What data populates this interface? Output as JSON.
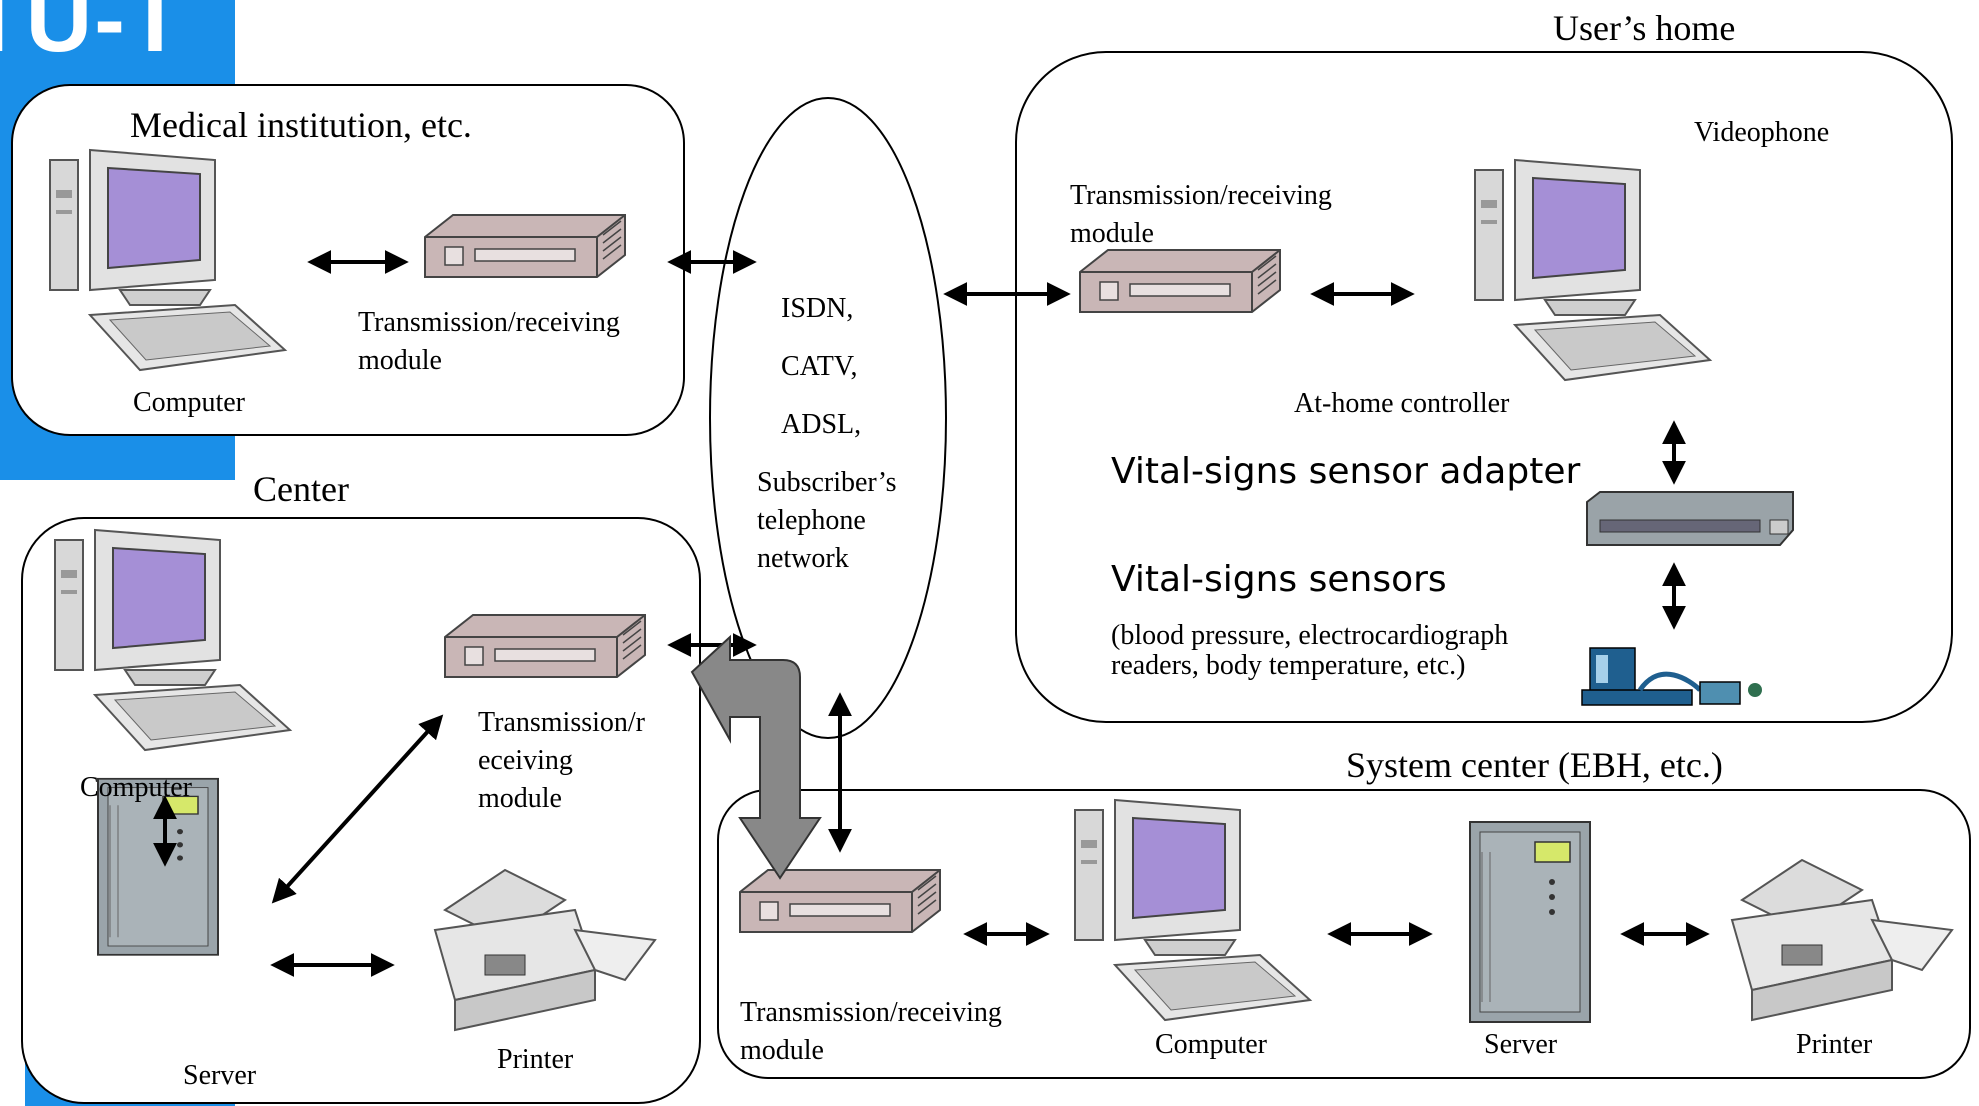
{
  "page": {
    "background": "#ffffff",
    "accent": "#1a8fe8"
  },
  "brand": {
    "title_fragment": "ITU-T"
  },
  "medical": {
    "title": "Medical institution, etc.",
    "computer_label": "Computer",
    "module_label_line1": "Transmission/receiving",
    "module_label_line2": "module"
  },
  "center": {
    "title": "Center",
    "computer_label": "Computer",
    "server_label": "Server",
    "printer_label": "Printer",
    "module_label_line1": "Transmission/r",
    "module_label_line2": "eceiving",
    "module_label_line3": "module"
  },
  "network": {
    "line1": "ISDN,",
    "line2": "CATV,",
    "line3": "ADSL,",
    "line4": "Subscriber’s",
    "line5": "telephone",
    "line6": "network"
  },
  "home": {
    "title": "User’s home",
    "videophone_label": "Videophone",
    "module_label_line1": "Transmission/receiving",
    "module_label_line2": "module",
    "controller_label": "At-home controller",
    "adapter_label": "Vital-signs sensor adapter",
    "sensors_label": "Vital-signs sensors",
    "sensors_detail_line1": "(blood pressure, electrocardiograph",
    "sensors_detail_line2": "readers, body temperature, etc.)"
  },
  "system_center": {
    "title": "System center (EBH, etc.)",
    "module_label_line1": "Transmission/receiving",
    "module_label_line2": "module",
    "computer_label": "Computer",
    "server_label": "Server",
    "printer_label": "Printer"
  }
}
